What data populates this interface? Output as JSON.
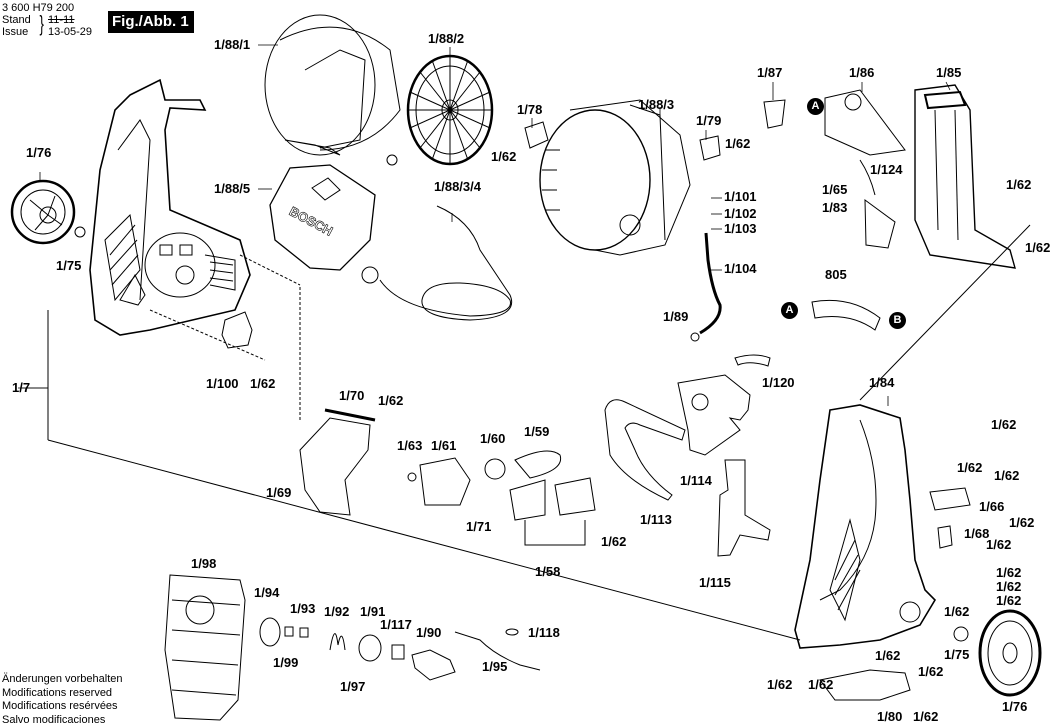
{
  "header": {
    "doc_number": "3 600 H79 200",
    "stand_label": "Stand",
    "stand_value": "11-11",
    "issue_label": "Issue",
    "issue_value": "13-05-29",
    "figure_badge": "Fig./Abb. 1"
  },
  "disclaimer": [
    "Änderungen vorbehalten",
    "Modifications reserved",
    "Modifications resérvées",
    "Salvo modificaciones"
  ],
  "markers": {
    "a": "A",
    "b": "B"
  },
  "brand_text": "BOSCH",
  "labels": {
    "p1_88_1": "1/88/1",
    "p1_88_2": "1/88/2",
    "p1_88_5": "1/88/5",
    "p1_88_3_4": "1/88/3/4",
    "p1_88_3": "1/88/3",
    "p1_78": "1/78",
    "p1_62_a": "1/62",
    "p1_79": "1/79",
    "p1_62_b": "1/62",
    "p1_87": "1/87",
    "p1_86": "1/86",
    "p1_85": "1/85",
    "p1_124": "1/124",
    "p1_65": "1/65",
    "p1_83": "1/83",
    "p1_62_c": "1/62",
    "p1_62_d": "1/62",
    "p805": "805",
    "p1_101": "1/101",
    "p1_102": "1/102",
    "p1_103": "1/103",
    "p1_104": "1/104",
    "p1_89": "1/89",
    "p1_76_a": "1/76",
    "p1_75_a": "1/75",
    "p1_7": "1/7",
    "p1_100": "1/100",
    "p1_62_e": "1/62",
    "p1_70": "1/70",
    "p1_62_f": "1/62",
    "p1_63": "1/63",
    "p1_61": "1/61",
    "p1_60": "1/60",
    "p1_59": "1/59",
    "p1_69": "1/69",
    "p1_71": "1/71",
    "p1_62_g": "1/62",
    "p1_58": "1/58",
    "p1_120": "1/120",
    "p1_114": "1/114",
    "p1_113": "1/113",
    "p1_115": "1/115",
    "p1_84": "1/84",
    "p1_62_h": "1/62",
    "p1_62_i": "1/62",
    "p1_62_j": "1/62",
    "p1_66": "1/66",
    "p1_62_k": "1/62",
    "p1_68": "1/68",
    "p1_62_l": "1/62",
    "p1_62_m": "1/62",
    "p1_62_n": "1/62",
    "p1_62_o": "1/62",
    "p1_62_p": "1/62",
    "p1_62_q": "1/62",
    "p1_75_b": "1/75",
    "p1_62_r": "1/62",
    "p1_62_s": "1/62",
    "p1_62_t": "1/62",
    "p1_80": "1/80",
    "p1_62_u": "1/62",
    "p1_76_b": "1/76",
    "p1_98": "1/98",
    "p1_94": "1/94",
    "p1_93": "1/93",
    "p1_92": "1/92",
    "p1_91": "1/91",
    "p1_117": "1/117",
    "p1_90": "1/90",
    "p1_118": "1/118",
    "p1_99": "1/99",
    "p1_97": "1/97",
    "p1_95": "1/95"
  }
}
